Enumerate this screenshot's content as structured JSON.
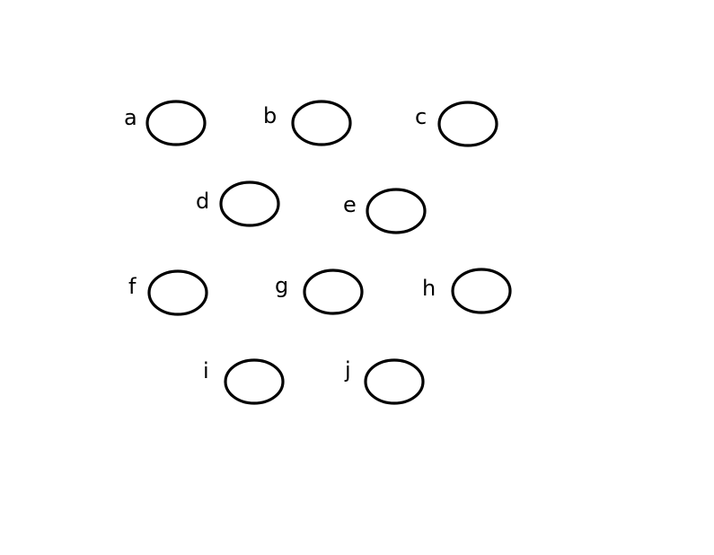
{
  "nodes": [
    {
      "id": "a",
      "label": "a"
    },
    {
      "id": "b",
      "label": "b"
    },
    {
      "id": "c",
      "label": "c"
    },
    {
      "id": "d",
      "label": "d"
    },
    {
      "id": "e",
      "label": "e"
    },
    {
      "id": "f",
      "label": "f"
    },
    {
      "id": "g",
      "label": "g"
    },
    {
      "id": "h",
      "label": "h"
    },
    {
      "id": "i",
      "label": "i"
    },
    {
      "id": "j",
      "label": "j"
    }
  ]
}
